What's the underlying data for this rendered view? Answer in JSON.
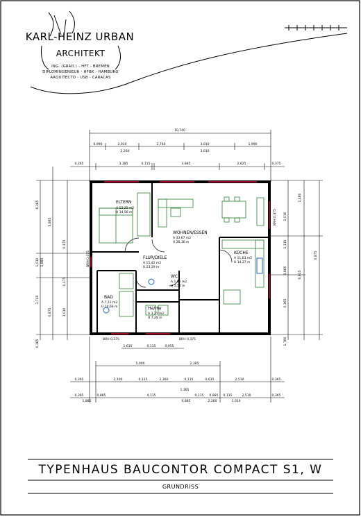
{
  "architect": {
    "name": "KARL-HEINZ URBAN",
    "profession": "ARCHITEKT",
    "credits": [
      "ING. (GRAD.) - HFT - BREMEN",
      "DIPLOMINGENIEUR - HFBK - HAMBURG",
      "ARQUITECTO - USB - CARACAS"
    ]
  },
  "plan": {
    "rooms": [
      {
        "key": "eltern",
        "name": "ELTERN",
        "area": "A 13,25 m2",
        "perimeter": "U 14,56 m"
      },
      {
        "key": "wohnen",
        "name": "WOHNEN/ESSEN",
        "area": "A 33,67 m2",
        "perimeter": "U 26,16 m"
      },
      {
        "key": "flur",
        "name": "FLUR/DIELE",
        "area": "A 15,42 m2",
        "perimeter": "U 23,29 m"
      },
      {
        "key": "kueche",
        "name": "KÜCHE",
        "area": "A 11,63 m2",
        "perimeter": "U 14,27 m"
      },
      {
        "key": "wc",
        "name": "WC",
        "area": "A 1,86 m2",
        "perimeter": "U 5,54 m"
      },
      {
        "key": "bad",
        "name": "BAD",
        "area": "A 7,11 m2",
        "perimeter": "U 10,66 m"
      },
      {
        "key": "haw",
        "name": "Ha/Hw",
        "area": "A 3,21 m2",
        "perimeter": "U 7,28 m"
      }
    ],
    "labels": {
      "brh1": "BRH 0,375",
      "brh2": "BRH 0,375",
      "brh3": "BRH 0,375",
      "brh4": "BRH 0,375"
    },
    "dims_top": {
      "overall": "10,740",
      "row1": [
        "0,990",
        "2,010",
        "2,740",
        "3,010",
        "1,990"
      ],
      "row1b": [
        "2,260",
        "3,010"
      ],
      "row2": [
        "0,365",
        "3,385",
        "0,115",
        "3,885",
        "2,625",
        "0,375"
      ]
    },
    "dims_bottom": {
      "row1": [
        "1,635",
        "0,115",
        "0,955"
      ],
      "row2": [
        "5,000",
        "2,385"
      ],
      "row3": [
        "0,365",
        "2,100",
        "0,115",
        "2,360",
        "0,115",
        "0,615",
        "2,510",
        "0,365"
      ],
      "row4": [
        "0,365",
        "0,885",
        "4,115",
        "1,365",
        "0,115",
        "0,885",
        "0,115",
        "2,510",
        "0,365"
      ],
      "row4b": [
        "1,885",
        "0,885",
        "2,260",
        "1,010"
      ]
    },
    "dims_left": [
      "6,365",
      "5,885",
      "0,175",
      "1,010",
      "1,885",
      "3,740",
      "0,365",
      "0,175",
      "3,010",
      "0,875"
    ],
    "dims_right": [
      "1,010",
      "1,480",
      "1,115",
      "3,885",
      "6,615",
      "0,365",
      "1,760",
      "0,875"
    ]
  },
  "sheet": {
    "title": "TYPENHAUS BAUCONTOR COMPACT S1, W",
    "subtitle": "GRUNDRISS"
  },
  "colors": {
    "wall": "#000000",
    "window_accent": "#c8102e",
    "furniture": "#2e7d32",
    "appliance": "#1f5fbf"
  }
}
